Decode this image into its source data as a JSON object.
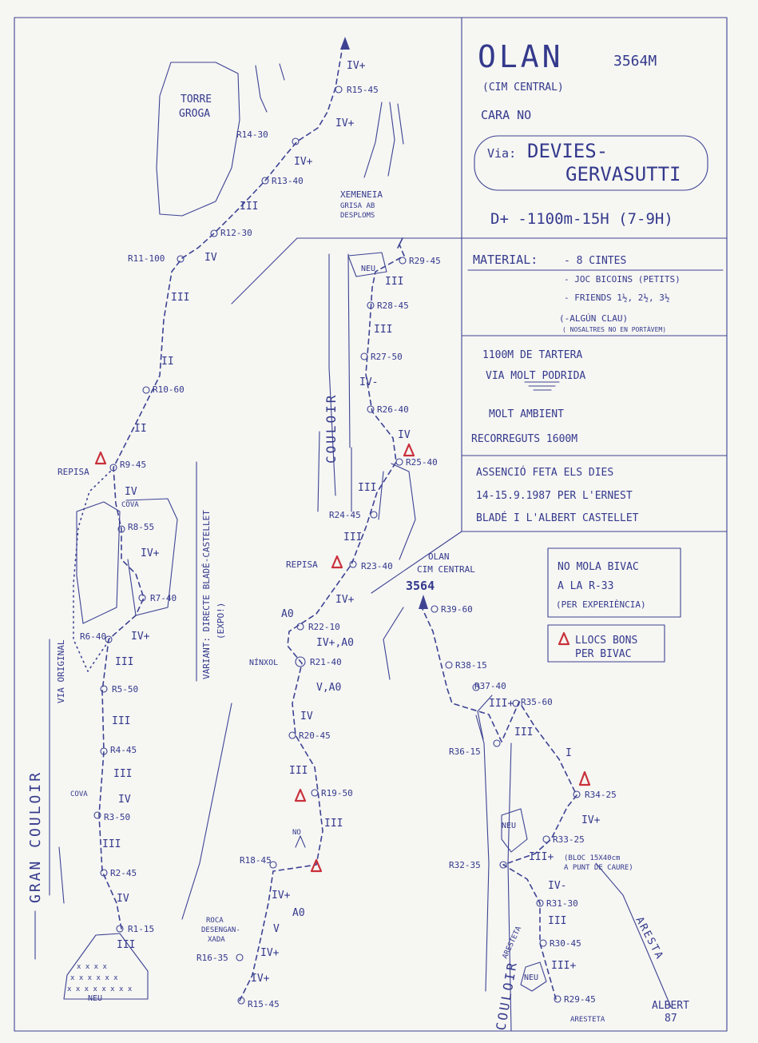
{
  "title": {
    "name": "OLAN",
    "altitude": "3564M",
    "subtitle": "(CIM CENTRAL)",
    "face": "CARA NO",
    "route_prefix": "Via:",
    "route_line1": "DEVIES-",
    "route_line2": "GERVASUTTI",
    "grade_info": "D+ -1100m-15H (7-9H)"
  },
  "material": {
    "label": "MATERIAL:",
    "items": [
      "- 8 CINTES",
      "- JOC BICOINS (PETITS)",
      "- FRIENDS 1½, 2½, 3½"
    ],
    "note": "(-ALGÚN CLAU)",
    "subnote": "( NOSALTRES NO EN PORTÀVEM)"
  },
  "notes": {
    "line1": "1100M DE TARTERA",
    "line2": "VIA MOLT PODRIDA",
    "line3": "MOLT AMBIENT",
    "line4": "RECORREGUTS 1600M"
  },
  "ascent": {
    "line1": "ASSENCIÓ FETA ELS DIES",
    "line2": "14-15.9.1987 PER L'ERNEST",
    "line3": "BLADÉ I L'ALBERT CASTELLET"
  },
  "bivac_warning": {
    "line1": "NO MOLA BIVAC",
    "line2": "A LA R-33",
    "line3": "(PER EXPERIÈNCIA)"
  },
  "legend": {
    "line1": "LLOCS BONS",
    "line2": "PER BIVAC",
    "marker_color": "#c9303a"
  },
  "labels": {
    "torre1": "TORRE",
    "torre2": "GROGA",
    "xem1": "XEMENEIA",
    "xem2": "GRISA AB",
    "xem3": "DESPLOMS",
    "repisa": "REPISA",
    "cova": "COVA",
    "via_original": "VIA ORIGINAL",
    "variant1": "VARIANT: DIRECTE BLADÉ-CASTELLET",
    "variant2": "(EXPO!)",
    "gran_couloir": "GRAN COULOIR",
    "neu": "NEU",
    "couloir": "COULOIR",
    "ninxol": "NÍNXOL",
    "roca1": "ROCA",
    "roca2": "DESENGAN-",
    "roca3": "XADA",
    "no": "NO",
    "olan1": "OLAN",
    "olan2": "CIM CENTRAL",
    "summit": "3564",
    "bloc1": "(BLOC 15X40cm",
    "bloc2": "A PUNT DE CAURE)",
    "aresta": "ARESTA",
    "aresteta": "ARESTETA",
    "author1": "ALBERT",
    "author2": "87"
  },
  "belays": {
    "r1": "R1-15",
    "r2": "R2-45",
    "r3": "R3-50",
    "r4": "R4-45",
    "r5": "R5-50",
    "r6": "R6-40",
    "r7": "R7-40",
    "r8": "R8-55",
    "r9": "R9-45",
    "r10": "R10-60",
    "r11": "R11-100",
    "r12": "R12-30",
    "r13": "R13-40",
    "r14": "R14-30",
    "r15a": "R15-45",
    "r15b": "R15-45",
    "r16": "R16-35",
    "r18": "R18-45",
    "r19": "R19-50",
    "r20": "R20-45",
    "r21": "R21-40",
    "r22": "R22-10",
    "r23": "R23-40",
    "r24": "R24-45",
    "r25": "R25-40",
    "r26": "R26-40",
    "r27": "R27-50",
    "r28": "R28-45",
    "r29a": "R29-45",
    "r29b": "R29-45",
    "r30": "R30-45",
    "r31": "R31-30",
    "r32": "R32-35",
    "r33": "R33-25",
    "r34": "R34-25",
    "r35": "R35-60",
    "r36": "R36-15",
    "r37": "R37-40",
    "r38": "R38-15",
    "r39": "R39-60"
  },
  "grades": {
    "g1": "III",
    "g2": "IV",
    "g3": "III",
    "g4": "IV",
    "g5": "III",
    "g6": "III",
    "g7": "III",
    "g8": "IV+",
    "g9": "IV+",
    "g10": "IV",
    "g11": "II",
    "g12": "II",
    "g13": "III",
    "g14": "IV",
    "g15": "III",
    "g16": "IV+",
    "g17": "IV+",
    "g18": "IV+",
    "g19": "IV+",
    "g20": "V",
    "g21": "IV+",
    "g22": "IV+",
    "g23": "III",
    "g24": "III",
    "g25": "IV",
    "g26": "V,A0",
    "g27": "IV+,A0",
    "g28": "A0",
    "g29": "IV+",
    "g30": "III",
    "g31": "III",
    "g32": "IV",
    "g33": "IV-",
    "g34": "III",
    "g35": "III",
    "g36": "A0",
    "g37": "III",
    "g38": "III+",
    "g39": "IV-",
    "g40": "III+",
    "g41": "IV+",
    "g42": "I",
    "g43": "III",
    "g44": "III+"
  }
}
